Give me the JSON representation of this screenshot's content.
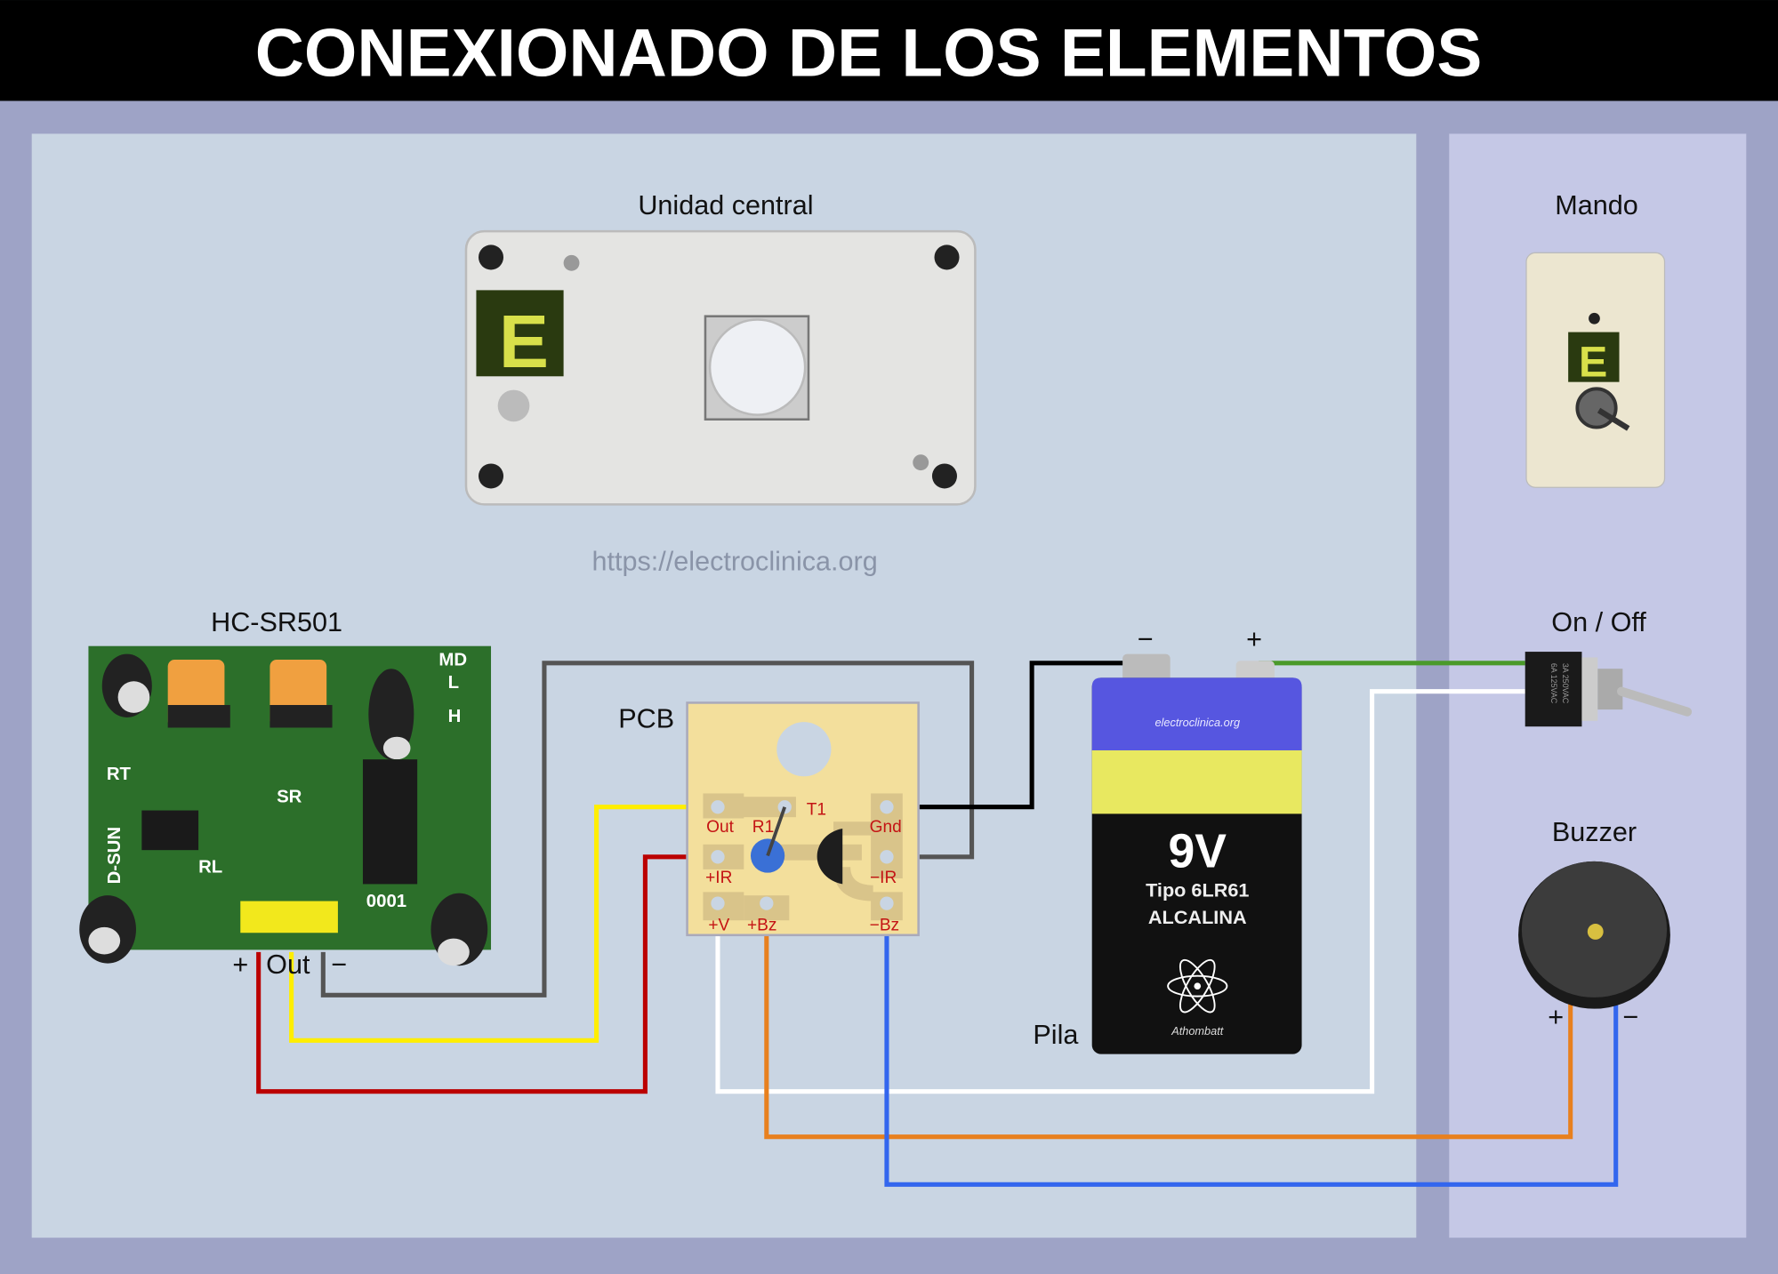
{
  "title": "CONEXIONADO DE LOS ELEMENTOS",
  "watermark": "https://electroclinica.org",
  "components": {
    "central_unit": {
      "label": "Unidad central",
      "logo_letter": "E"
    },
    "remote": {
      "label": "Mando",
      "logo_letter": "E"
    },
    "pir_sensor": {
      "label": "HC-SR501",
      "pins": [
        "+",
        "Out",
        "−"
      ],
      "silkscreen": [
        "MD",
        "L",
        "H",
        "RT",
        "SR",
        "RL",
        "D-SUN",
        "0001"
      ]
    },
    "pcb": {
      "label": "PCB",
      "pads": {
        "out": "Out",
        "r1": "R1",
        "t1": "T1",
        "gnd": "Gnd",
        "plus_ir": "+IR",
        "minus_ir": "−IR",
        "plus_v": "+V",
        "plus_bz": "+Bz",
        "minus_bz": "−Bz"
      }
    },
    "battery": {
      "label": "Pila",
      "minus": "−",
      "plus": "+",
      "brand_url": "electroclinica.org",
      "voltage": "9V",
      "type": "Tipo 6LR61",
      "chemistry": "ALCALINA",
      "brand": "Athombatt"
    },
    "switch": {
      "label": "On / Off",
      "rating_1": "3A 250VAC",
      "rating_2": "6A 125VAC"
    },
    "buzzer": {
      "label": "Buzzer",
      "plus": "+",
      "minus": "−"
    }
  },
  "colors": {
    "header": "#000000",
    "panel_main": "#c9d5e3",
    "panel_remote": "#c5c8e6",
    "frame": "#9ea3c6",
    "pcb": "#f3df9c",
    "pcb_text": "#c41414",
    "wire_grey": "#555555",
    "wire_yellow": "#ffee00",
    "wire_red": "#bb0000",
    "wire_black": "#000000",
    "wire_green": "#4a9a2a",
    "wire_white": "#ffffff",
    "wire_orange": "#e8801e",
    "wire_blue": "#3366ee"
  }
}
